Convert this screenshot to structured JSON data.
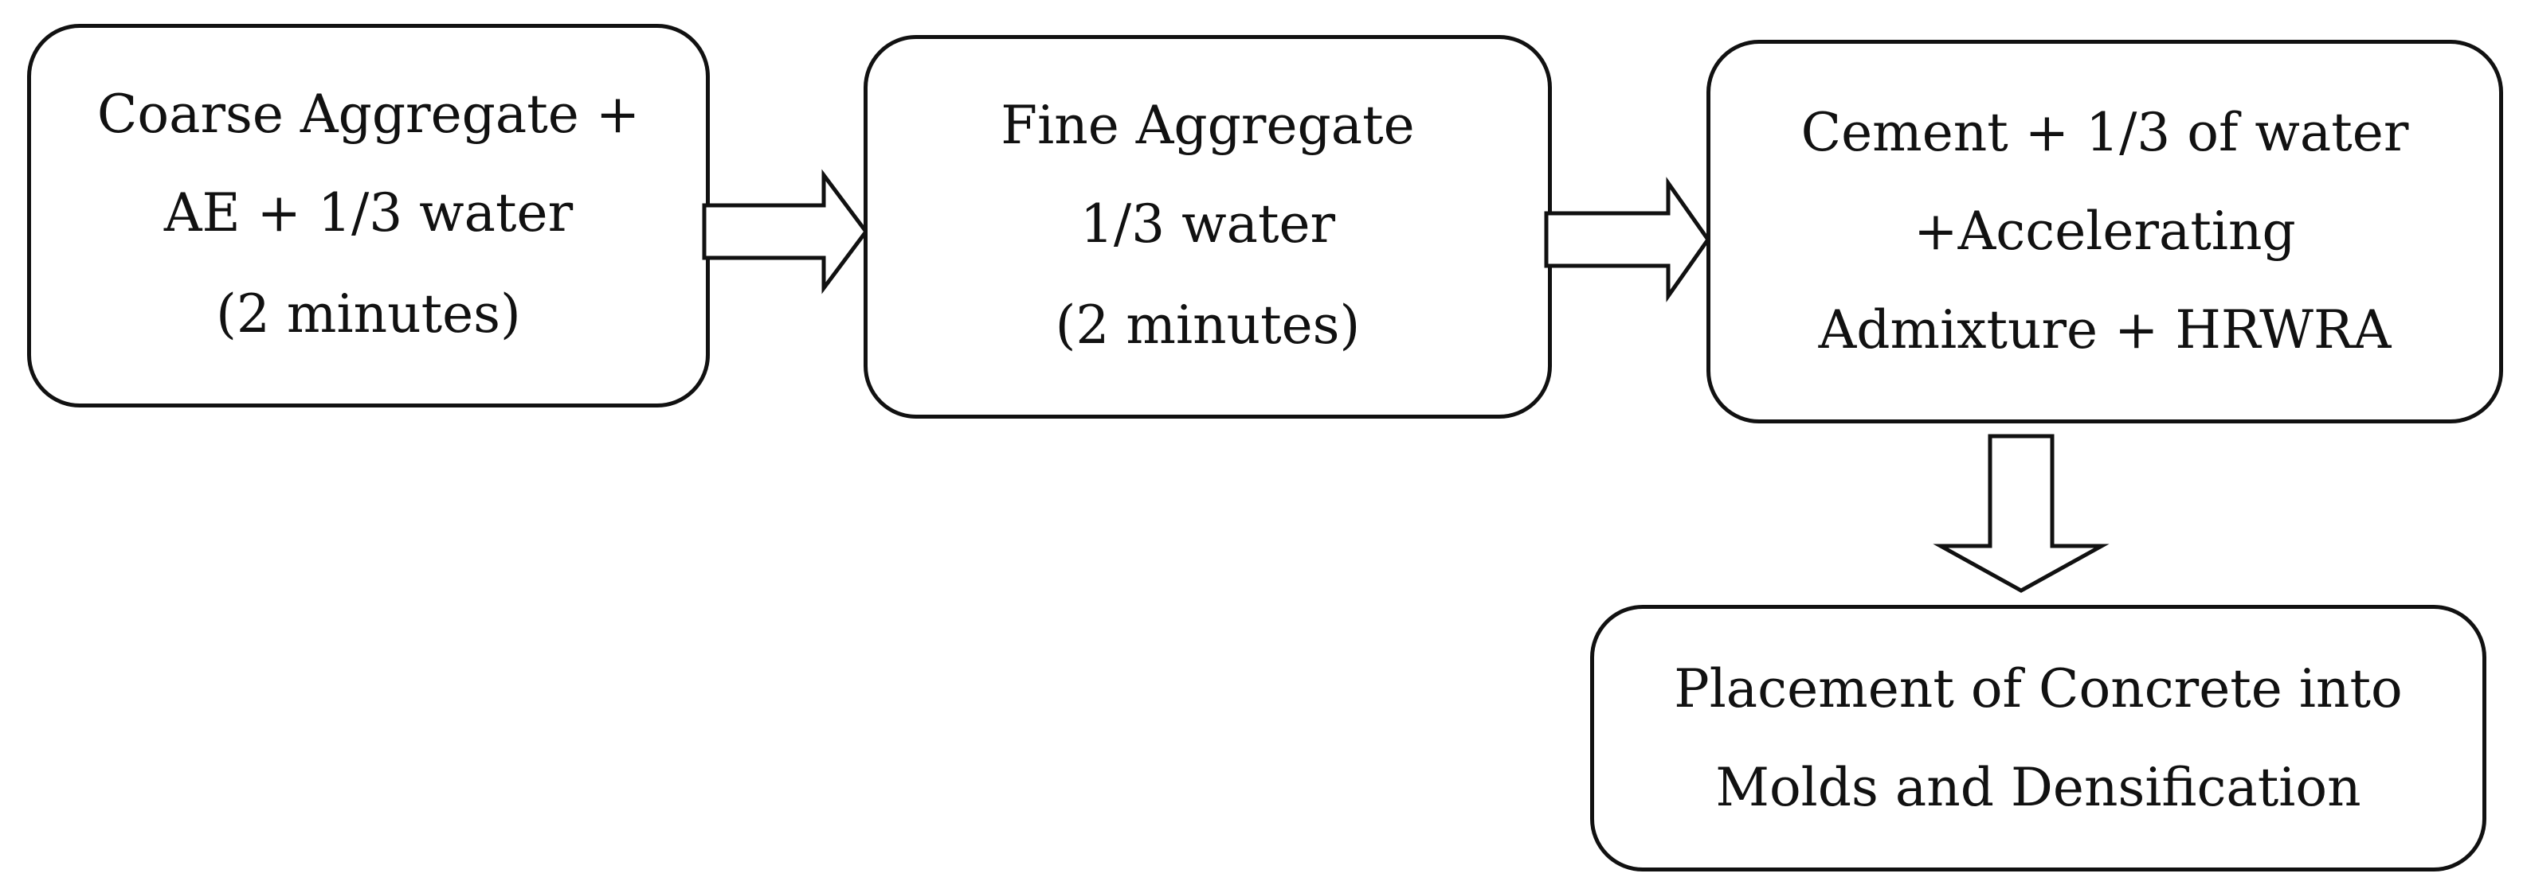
{
  "steps": [
    {
      "id": "coarse-aggregate",
      "lines": [
        "Coarse Aggregate +",
        "AE + 1/3 water",
        "(2 minutes)"
      ]
    },
    {
      "id": "fine-aggregate",
      "lines": [
        "Fine Aggregate",
        "1/3 water",
        "(2 minutes)"
      ]
    },
    {
      "id": "cement",
      "lines": [
        "Cement + 1/3 of water",
        "+Accelerating",
        "Admixture + HRWRA"
      ]
    },
    {
      "id": "placement",
      "lines": [
        "Placement of Concrete into",
        "Molds and Densification"
      ]
    }
  ],
  "connectors": [
    {
      "from": "coarse-aggregate",
      "to": "fine-aggregate",
      "direction": "right"
    },
    {
      "from": "fine-aggregate",
      "to": "cement",
      "direction": "right"
    },
    {
      "from": "cement",
      "to": "placement",
      "direction": "down"
    }
  ],
  "colors": {
    "stroke": "#111111",
    "fill": "#ffffff"
  },
  "icons": {
    "connector": "block-arrow-icon"
  }
}
